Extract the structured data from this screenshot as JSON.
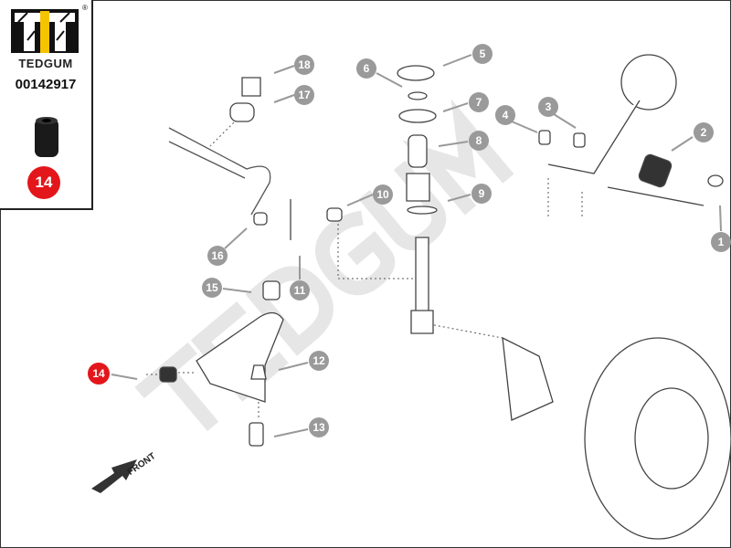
{
  "brand": {
    "name": "TEDGUM",
    "part_number": "00142917",
    "highlight": "14",
    "registered": "®"
  },
  "watermark": "TEDGUM",
  "front_label": "FRONT",
  "callouts": [
    "1",
    "2",
    "3",
    "4",
    "5",
    "6",
    "7",
    "8",
    "9",
    "10",
    "11",
    "12",
    "13",
    "14",
    "15",
    "16",
    "17",
    "18"
  ],
  "colors": {
    "accent": "#e3161b",
    "callout": "#9a9a9a",
    "logo_yellow": "#f5c400"
  }
}
